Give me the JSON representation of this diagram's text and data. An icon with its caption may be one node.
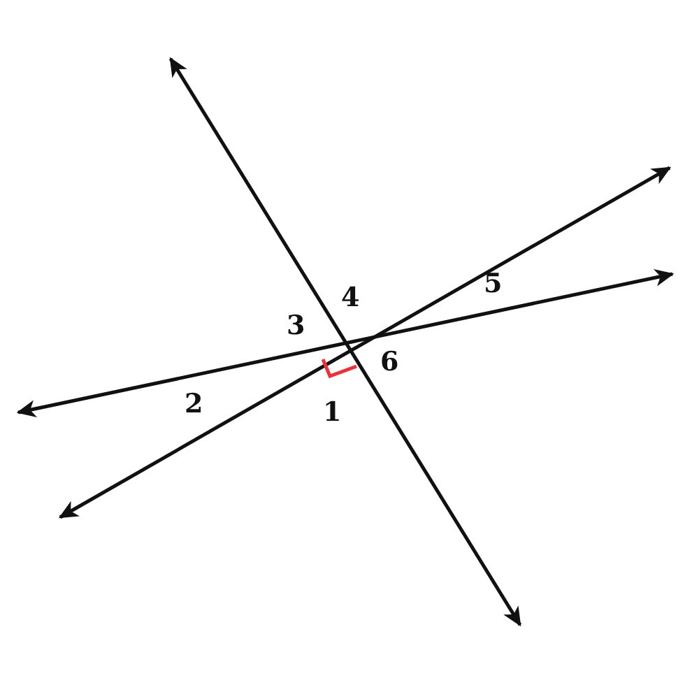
{
  "diagram": {
    "labels": [
      "4",
      "5",
      "3",
      "6",
      "2",
      "1"
    ]
  }
}
